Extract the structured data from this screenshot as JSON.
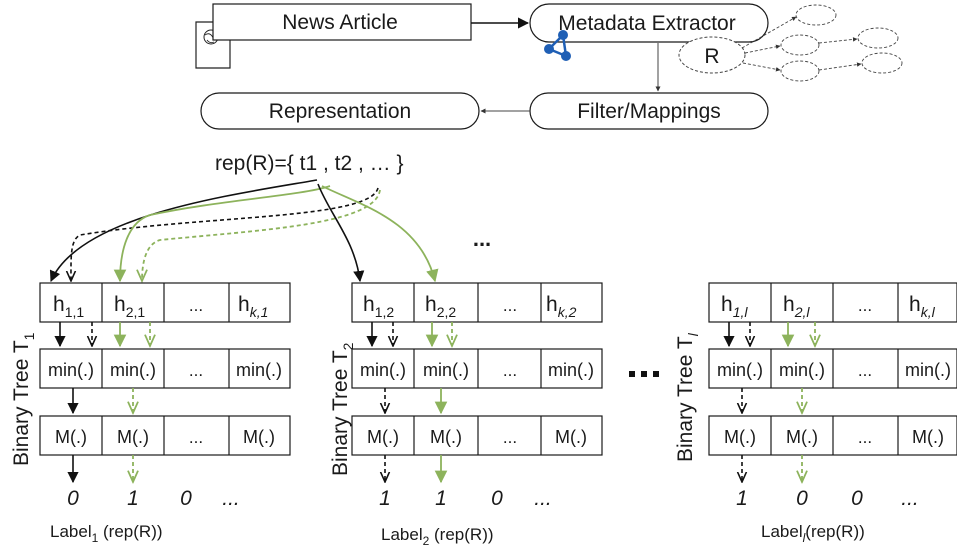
{
  "pipeline": {
    "news_article": "News Article",
    "metadata_extractor": "Metadata Extractor",
    "r_node": "R",
    "filter_mappings": "Filter/Mappings",
    "representation": "Representation",
    "rep_formula": "rep(R)={ t1 ,  t2 ,  … }"
  },
  "between_dots": "...",
  "trees": [
    {
      "title_main": "Binary Tree T",
      "title_sub": "1",
      "row_h": [
        {
          "main": "h",
          "sub": "1,1"
        },
        {
          "main": "h",
          "sub": "2,1"
        },
        {
          "main": "...",
          "sub": ""
        },
        {
          "main": "h",
          "sub": "k,1"
        }
      ],
      "row_min": [
        "min(.)",
        "min(.)",
        "...",
        "min(.)"
      ],
      "row_m": [
        "M(.)",
        "M(.)",
        "...",
        "M(.)"
      ],
      "outputs": [
        "0",
        "1",
        "0",
        "..."
      ],
      "label_main": "Label",
      "label_sub": "1",
      "label_rest": " (rep(R))"
    },
    {
      "title_main": "Binary Tree T",
      "title_sub": "2",
      "row_h": [
        {
          "main": "h",
          "sub": "1,2"
        },
        {
          "main": "h",
          "sub": "2,2"
        },
        {
          "main": "...",
          "sub": ""
        },
        {
          "main": "h",
          "sub": "k,2"
        }
      ],
      "row_min": [
        "min(.)",
        "min(.)",
        "...",
        "min(.)"
      ],
      "row_m": [
        "M(.)",
        "M(.)",
        "...",
        "M(.)"
      ],
      "outputs": [
        "1",
        "1",
        "0",
        "..."
      ],
      "label_main": "Label",
      "label_sub": "2",
      "label_rest": " (rep(R))"
    },
    {
      "title_main": "Binary Tree T",
      "title_sub": "l",
      "row_h": [
        {
          "main": "h",
          "sub": "1,l"
        },
        {
          "main": "h",
          "sub": "2,l"
        },
        {
          "main": "...",
          "sub": ""
        },
        {
          "main": "h",
          "sub": "k,l"
        }
      ],
      "row_min": [
        "min(.)",
        "min(.)",
        "...",
        "min(.)"
      ],
      "row_m": [
        "M(.)",
        "M(.)",
        "...",
        "M(.)"
      ],
      "outputs": [
        "1",
        "0",
        "0",
        "..."
      ],
      "label_main": "Label",
      "label_sub": "l",
      "label_rest": "(rep(R))"
    }
  ],
  "colors": {
    "black_arrow": "#111111",
    "green_arrow": "#8db35c",
    "network_blue": "#1f5fb5"
  },
  "icons": [
    "document-globe-icon",
    "network-icon"
  ]
}
